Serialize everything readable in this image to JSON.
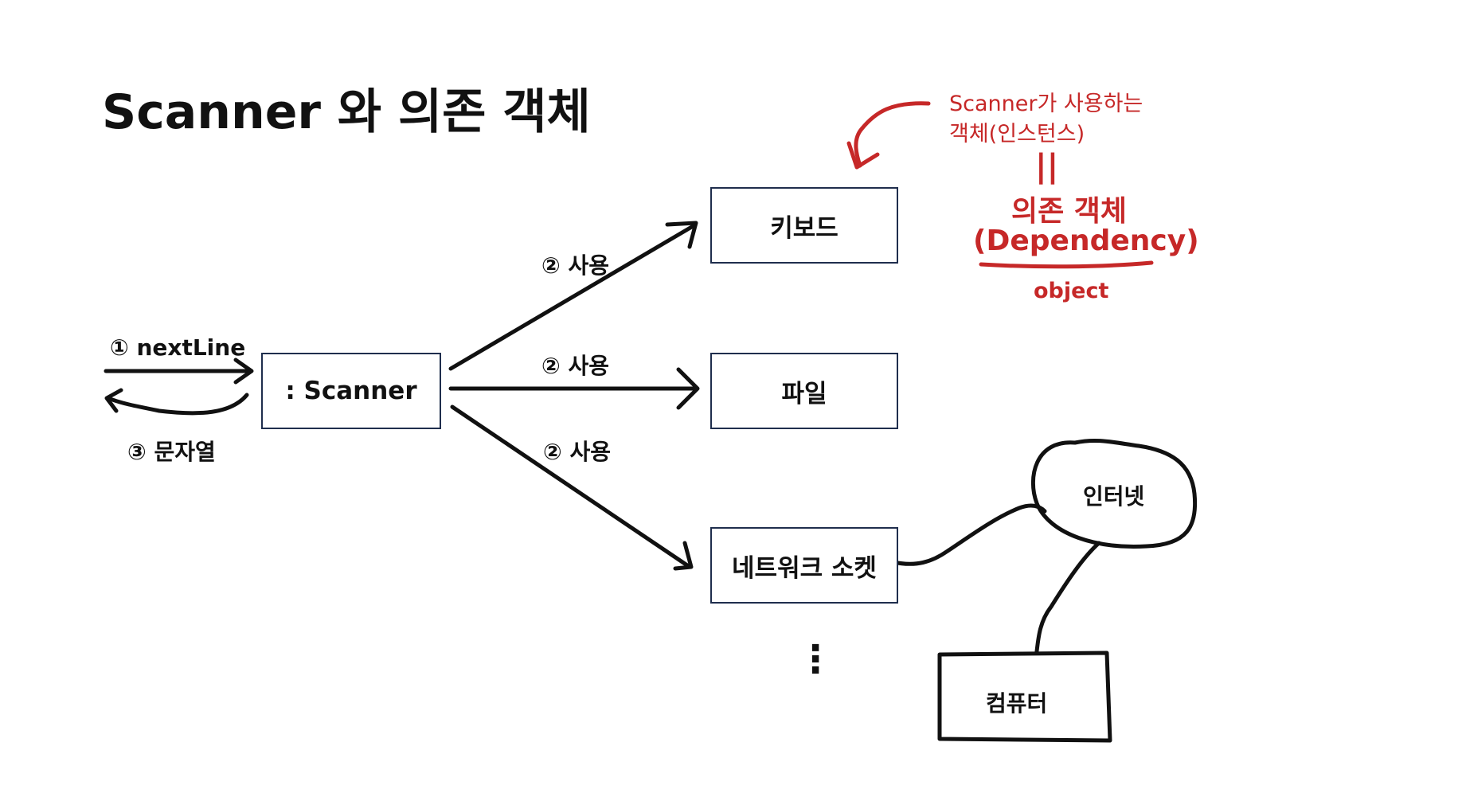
{
  "title": "Scanner 와 의존 객체",
  "scanner_box": ": Scanner",
  "targets": {
    "keyboard": "키보드",
    "file": "파일",
    "network_socket": "네트워크 소켓"
  },
  "edges": {
    "next_line": "① nextLine",
    "return_string": "③ 문자열",
    "use_keyboard": "② 사용",
    "use_file": "② 사용",
    "use_socket": "② 사용"
  },
  "ellipsis": "⋮",
  "internet": "인터넷",
  "computer": "컴퓨터",
  "annotation": {
    "line1": "Scanner가 사용하는",
    "line2": "객체(인스턴스)",
    "equals": "||",
    "term_line1": "의존 객체",
    "term_line2": "(Dependency)",
    "term_line3": "object",
    "color": "#c62828"
  }
}
